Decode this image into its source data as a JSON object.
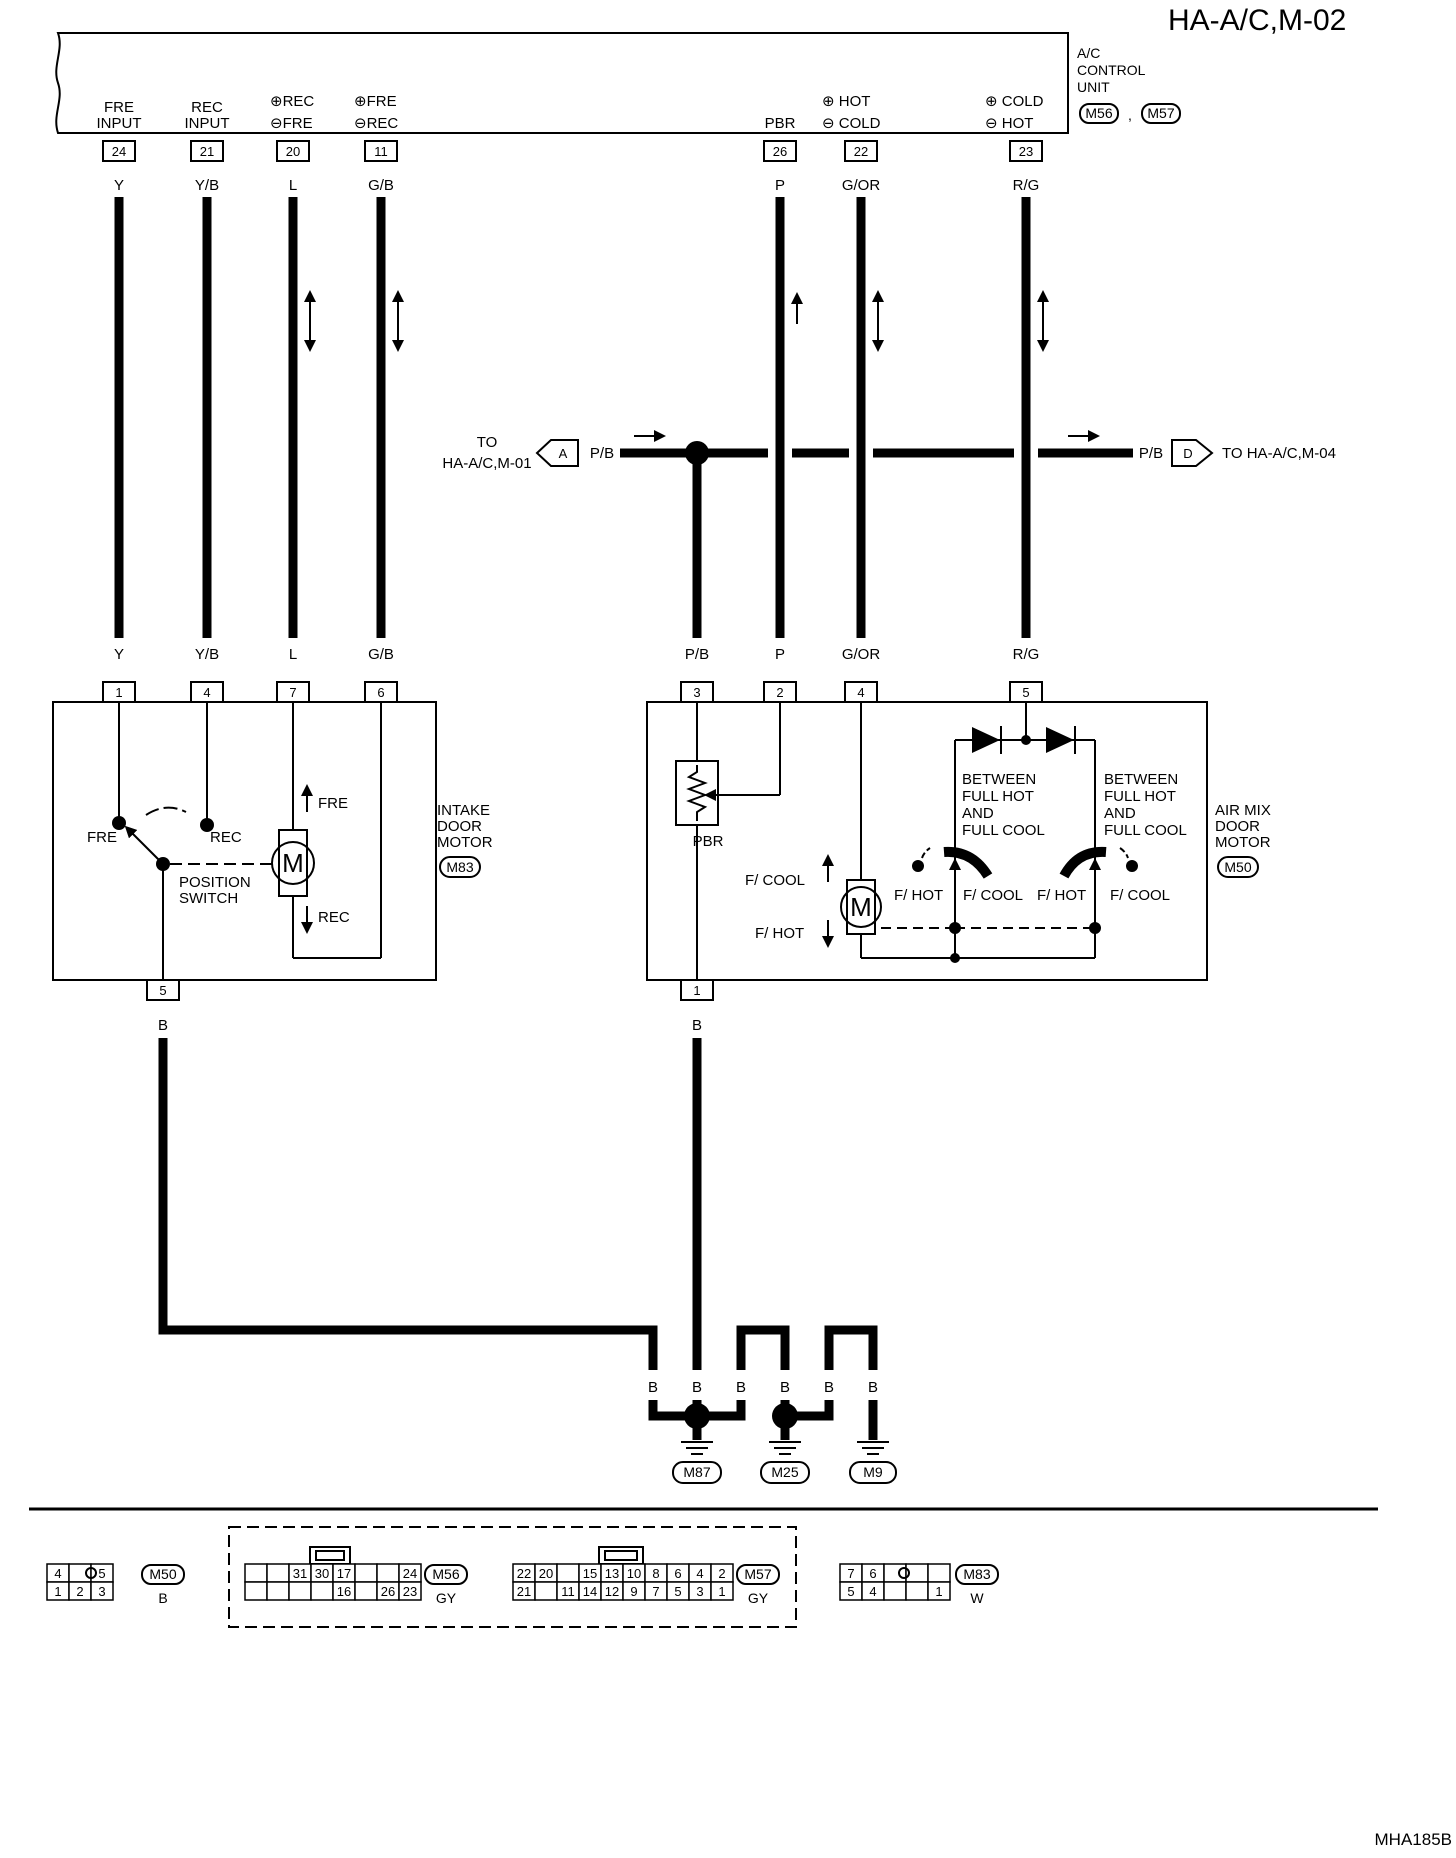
{
  "page_code": "HA-A/C,M-02",
  "figure_code": "MHA185B",
  "control_unit": {
    "name_lines": [
      "A/C",
      "CONTROL",
      "UNIT"
    ],
    "connectors": [
      "M56",
      "M57"
    ],
    "separator": ",",
    "terminals": [
      {
        "pin": "24",
        "label_lines": [
          "FRE",
          "INPUT"
        ],
        "wire": "Y"
      },
      {
        "pin": "21",
        "label_lines": [
          "REC",
          "INPUT"
        ],
        "wire": "Y/B"
      },
      {
        "pin": "20",
        "label_lines": [
          "⊕REC",
          "⊖FRE"
        ],
        "wire": "L"
      },
      {
        "pin": "11",
        "label_lines": [
          "⊕FRE",
          "⊖REC"
        ],
        "wire": "G/B"
      },
      {
        "pin": "26",
        "label_lines": [
          "PBR"
        ],
        "wire": "P"
      },
      {
        "pin": "22",
        "label_lines": [
          "⊕ HOT",
          "⊖ COLD"
        ],
        "wire": "G/OR"
      },
      {
        "pin": "23",
        "label_lines": [
          "⊕ COLD",
          "⊖ HOT"
        ],
        "wire": "R/G"
      }
    ]
  },
  "offpage": {
    "left": {
      "letter": "A",
      "wire": "P/B",
      "text_lines": [
        "TO",
        "HA-A/C,M-01"
      ]
    },
    "right": {
      "letter": "D",
      "wire": "P/B",
      "text": "TO HA-A/C,M-04"
    }
  },
  "intake_motor": {
    "name_lines": [
      "INTAKE",
      "DOOR",
      "MOTOR"
    ],
    "connector": "M83",
    "terminals": [
      {
        "pin": "1",
        "wire": "Y"
      },
      {
        "pin": "4",
        "wire": "Y/B"
      },
      {
        "pin": "7",
        "wire": "L"
      },
      {
        "pin": "6",
        "wire": "G/B"
      }
    ],
    "ground_terminal": {
      "pin": "5",
      "wire": "B"
    },
    "labels": {
      "fre": "FRE",
      "rec": "REC",
      "switch_lines": [
        "POSITION",
        "SWITCH"
      ],
      "motor": "M",
      "dir_up": "FRE",
      "dir_down": "REC"
    }
  },
  "airmix_motor": {
    "name_lines": [
      "AIR MIX",
      "DOOR",
      "MOTOR"
    ],
    "connector": "M50",
    "terminals": [
      {
        "pin": "3",
        "wire": "P/B"
      },
      {
        "pin": "2",
        "wire": "P"
      },
      {
        "pin": "4",
        "wire": "G/OR"
      },
      {
        "pin": "5",
        "wire": "R/G"
      }
    ],
    "ground_terminal": {
      "pin": "1",
      "wire": "B"
    },
    "labels": {
      "pbr": "PBR",
      "motor": "M",
      "f_cool": "F/ COOL",
      "f_hot": "F/ HOT",
      "between_lines": [
        "BETWEEN",
        "FULL HOT",
        "AND",
        "FULL COOL"
      ],
      "sw_left": [
        "F/ HOT",
        "F/ COOL"
      ],
      "sw_right": [
        "F/ HOT",
        "F/ COOL"
      ]
    }
  },
  "grounds": {
    "wire_labels": [
      "B",
      "B",
      "B",
      "B",
      "B",
      "B"
    ],
    "points": [
      "M87",
      "M25",
      "M9"
    ]
  },
  "connector_views": [
    {
      "id": "M50",
      "color": "B",
      "top": [
        "4",
        "",
        "5"
      ],
      "bottom": [
        "1",
        "2",
        "3"
      ]
    },
    {
      "id": "M56",
      "color": "GY",
      "top": [
        "",
        "",
        "31",
        "30",
        "17",
        "",
        "",
        "24"
      ],
      "bottom": [
        "",
        "",
        "",
        "",
        "16",
        "",
        "26",
        "23"
      ]
    },
    {
      "id": "M57",
      "color": "GY",
      "top": [
        "22",
        "20",
        "",
        "15",
        "13",
        "10",
        "8",
        "6",
        "4",
        "2"
      ],
      "bottom": [
        "21",
        "",
        "11",
        "14",
        "12",
        "9",
        "7",
        "5",
        "3",
        "1"
      ]
    },
    {
      "id": "M83",
      "color": "W",
      "top": [
        "7",
        "6",
        "",
        "",
        ""
      ],
      "bottom": [
        "5",
        "4",
        "",
        "",
        "1"
      ]
    }
  ]
}
